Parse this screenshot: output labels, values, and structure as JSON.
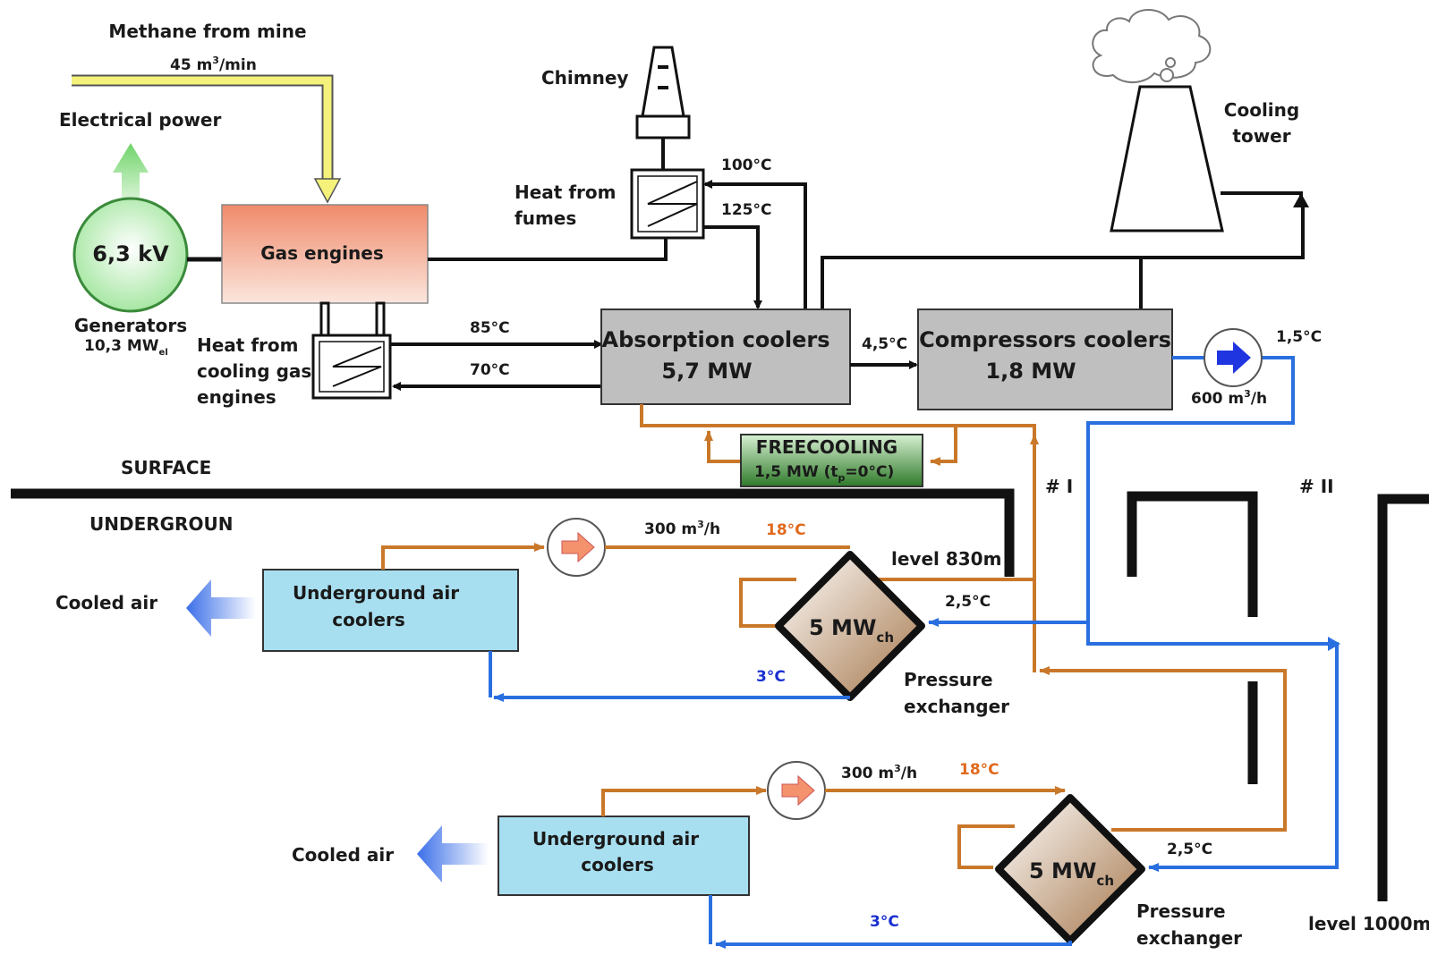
{
  "labels": {
    "methane_title": "Methane from mine",
    "methane_flow_base": "45 m",
    "methane_flow_sup": "3",
    "methane_flow_tail": "/min",
    "electrical_power": "Electrical power",
    "generator_voltage": "6,3 kV",
    "generators_title": "Generators",
    "generators_power_base": "10,3 MW",
    "generators_power_sub": "el",
    "gas_engines": "Gas engines",
    "chimney": "Chimney",
    "heat_fumes_1": "Heat from",
    "heat_fumes_2": "fumes",
    "t_100": "100°C",
    "t_125": "125°C",
    "cooling_tower_1": "Cooling",
    "cooling_tower_2": "tower",
    "heat_engines_1": "Heat from",
    "heat_engines_2": "cooling gas",
    "heat_engines_3": "engines",
    "t_85": "85°C",
    "t_70": "70°C",
    "absorption_1": "Absorption coolers",
    "absorption_2": "5,7 MW",
    "t_4_5": "4,5°C",
    "compressors_1": "Compressors coolers",
    "compressors_2": "1,8 MW",
    "t_1_5": "1,5°C",
    "flow_600_base": "600 m",
    "flow_600_sup": "3",
    "flow_600_tail": "/h",
    "freecooling_1": "FREECOOLING",
    "freecooling_2a": "1,5 MW (t",
    "freecooling_2sub": "p",
    "freecooling_2b": "=0°C)",
    "surface": "SURFACE",
    "underground": "UNDERGROUN",
    "shaft_1": "# I",
    "shaft_2": "# II",
    "cooled_air_1": "Cooled air",
    "uac_1a": "Underground air",
    "uac_1b": "coolers",
    "flow_300a_base": "300 m",
    "flow_300a_sup": "3",
    "flow_300a_tail": "/h",
    "t_18a": "18°C",
    "level_830": "level 830m",
    "px1_base": "5 MW",
    "px1_sub": "ch",
    "t_2_5a": "2,5°C",
    "t_3a": "3°C",
    "pressure_exchanger_1a": "Pressure",
    "pressure_exchanger_1b": "exchanger",
    "cooled_air_2": "Cooled air",
    "uac_2a": "Underground air",
    "uac_2b": "coolers",
    "flow_300b_base": "300 m",
    "flow_300b_sup": "3",
    "flow_300b_tail": "/h",
    "t_18b": "18°C",
    "px2_base": "5 MW",
    "px2_sub": "ch",
    "t_2_5b": "2,5°C",
    "t_3b": "3°C",
    "pressure_exchanger_2a": "Pressure",
    "pressure_exchanger_2b": "exchanger",
    "level_1000": "level 1000m"
  },
  "colors": {
    "hot_water_pipe": "#c9782a",
    "cold_water_pipe": "#2a6fe0",
    "methane_pipe": "#f4f27a",
    "electric_arrow": "#7ddc7a",
    "generator_fill": "#c8f0c0",
    "air_cooler_fill": "#a8dff0",
    "machine_box_fill": "#bfbfbf",
    "freecooling_fill": "#3f8a3a",
    "gas_engine_top": "#f08a6a",
    "gas_engine_bottom": "#fbe0d6",
    "pump_arrow_warm": "#f4926e",
    "pump_arrow_cold": "#1f35e0"
  },
  "icons": {
    "pump": "pump-circle-icon",
    "heat_exchanger": "heat-exchanger-icon",
    "chimney": "chimney-icon",
    "cooling_tower": "cooling-tower-icon",
    "cloud": "steam-cloud-icon"
  }
}
